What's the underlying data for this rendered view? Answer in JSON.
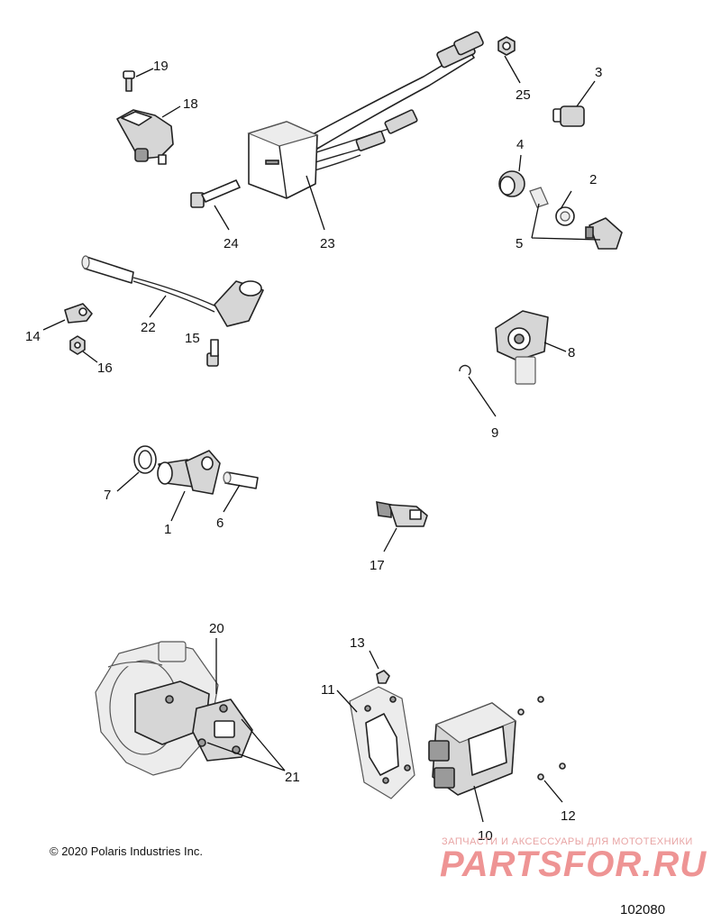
{
  "callouts": {
    "c1": "1",
    "c2": "2",
    "c3": "3",
    "c4": "4",
    "c5": "5",
    "c6": "6",
    "c7": "7",
    "c8": "8",
    "c9": "9",
    "c10": "10",
    "c11": "11",
    "c12": "12",
    "c13": "13",
    "c14": "14",
    "c15": "15",
    "c16": "16",
    "c17": "17",
    "c18": "18",
    "c19": "19",
    "c20": "20",
    "c21": "21",
    "c22": "22",
    "c23": "23",
    "c24": "24",
    "c25": "25"
  },
  "copyright": "© 2020 Polaris Industries Inc.",
  "figure_number": "102080",
  "watermark": {
    "line": "ЗАПЧАСТИ И АКСЕССУАРЫ ДЛЯ МОТОТЕХНИКИ",
    "logo": "PARTSFOR.RU",
    "color": "#ee9494"
  }
}
